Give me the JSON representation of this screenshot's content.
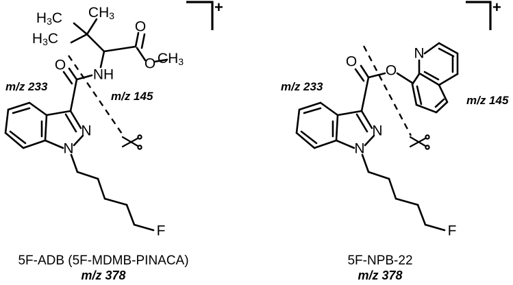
{
  "figure": {
    "type": "chemical-structure-diagram",
    "description": "Fragmentation scheme of two synthetic cannabinoid radical cations",
    "background_color": "#ffffff",
    "stroke_color": "#000000"
  },
  "panels": [
    {
      "id": "left",
      "compound_name": "5F-ADB (5F-MDMB-PINACA)",
      "molecular_ion_mz": "m/z 378",
      "charge_symbol": "+",
      "fragments": [
        {
          "label": "m/z 233",
          "side": "left"
        },
        {
          "label": "m/z 145",
          "side": "right"
        }
      ],
      "atom_labels": [
        {
          "text": "CH",
          "sub": "3",
          "name": "methyl-top"
        },
        {
          "text": "H",
          "sub": "3",
          "text2": "C",
          "name": "methyl-upper-left"
        },
        {
          "text": "H",
          "sub": "3",
          "text2": "C",
          "name": "methyl-lower-left"
        },
        {
          "text": "O",
          "name": "ester-carbonyl-oxygen"
        },
        {
          "text": "O",
          "name": "ester-ether-oxygen"
        },
        {
          "text": "CH",
          "sub": "3",
          "name": "methyl-ester"
        },
        {
          "text": "O",
          "name": "amide-carbonyl-oxygen"
        },
        {
          "text": "NH",
          "name": "amide-nitrogen"
        },
        {
          "text": "N",
          "name": "indazole-n2"
        },
        {
          "text": "N",
          "name": "indazole-n1"
        },
        {
          "text": "F",
          "name": "fluorine"
        }
      ]
    },
    {
      "id": "right",
      "compound_name": "5F-NPB-22",
      "molecular_ion_mz": "m/z 378",
      "charge_symbol": "+",
      "fragments": [
        {
          "label": "m/z 233",
          "side": "left"
        },
        {
          "label": "m/z 145",
          "side": "right"
        }
      ],
      "atom_labels": [
        {
          "text": "O",
          "name": "ester-carbonyl-oxygen"
        },
        {
          "text": "O",
          "name": "ester-ether-oxygen"
        },
        {
          "text": "N",
          "name": "quinoline-nitrogen"
        },
        {
          "text": "N",
          "name": "indazole-n2"
        },
        {
          "text": "N",
          "name": "indazole-n1"
        },
        {
          "text": "F",
          "name": "fluorine"
        }
      ]
    }
  ],
  "text": {
    "mz_233": "m/z 233",
    "mz_145": "m/z 145",
    "mz_378": "m/z 378",
    "plus": "+",
    "left_caption": "5F-ADB (5F-MDMB-PINACA)",
    "right_caption": "5F-NPB-22",
    "atom_O": "O",
    "atom_N": "N",
    "atom_F": "F",
    "atom_NH": "NH",
    "atom_CH": "CH",
    "atom_H": "H",
    "atom_C": "C",
    "sub_3": "3"
  }
}
